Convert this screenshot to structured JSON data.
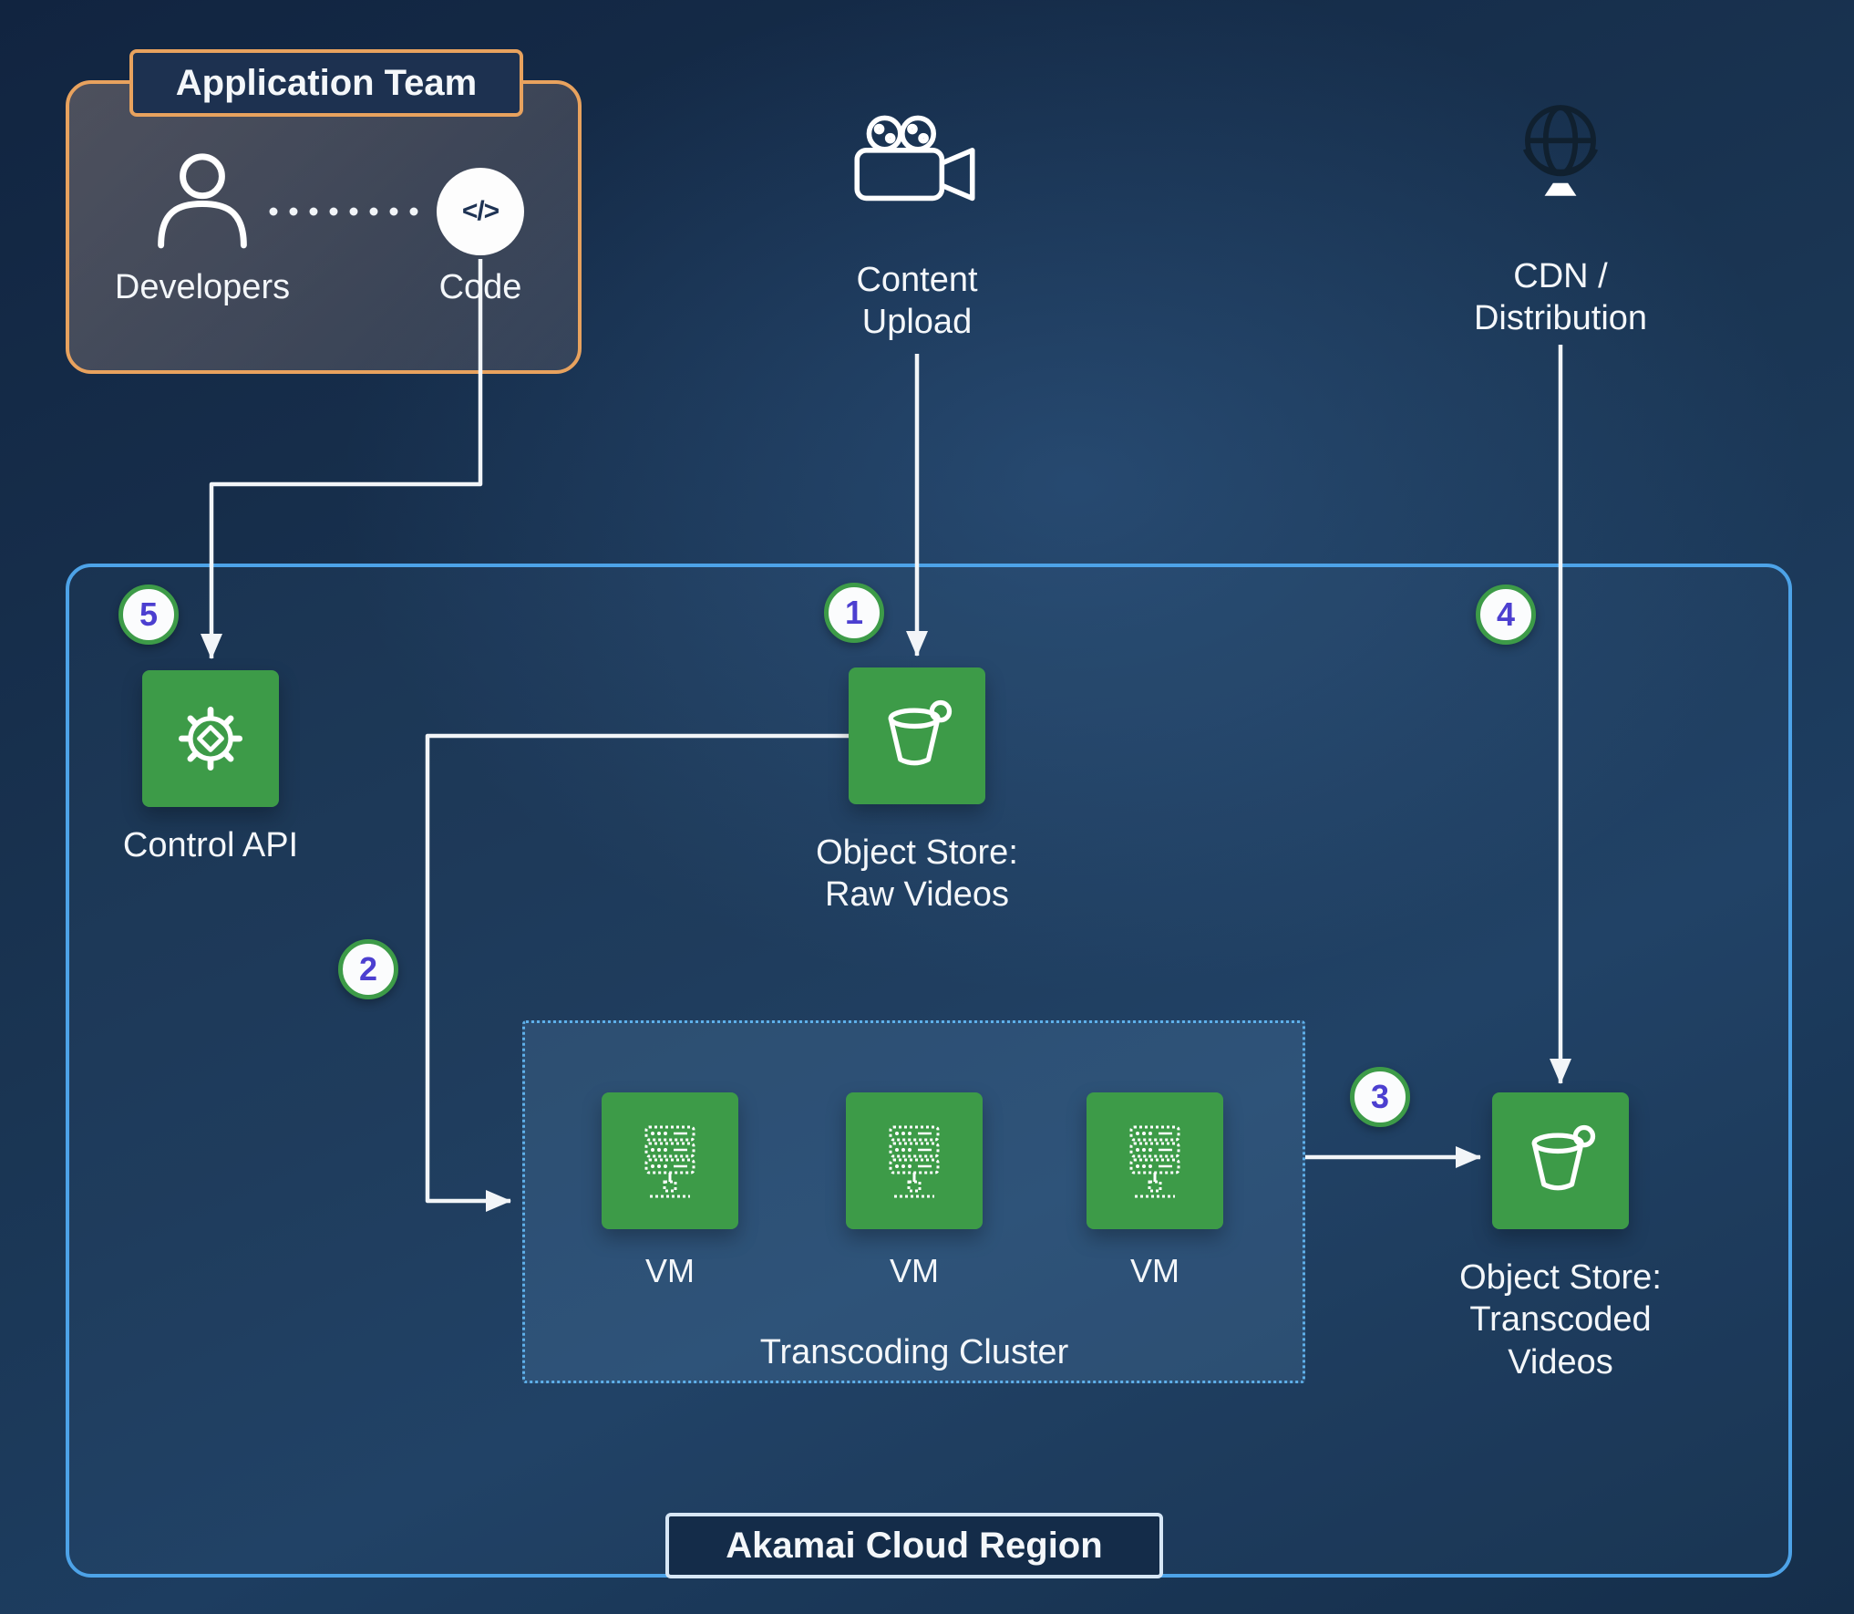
{
  "colors": {
    "background_navy": "#1a3553",
    "accent_orange": "#e8a25e",
    "node_green": "#3d9b48",
    "region_border_blue": "#4da3e8",
    "badge_number_indigo": "#4c3fd0",
    "arrow_white": "#f2f5f8",
    "text_white": "#f4f7fa"
  },
  "application_team": {
    "title": "Application Team",
    "developers": {
      "label": "Developers",
      "icon": "person-icon"
    },
    "code": {
      "label": "Code",
      "glyph": "</>",
      "icon": "code-icon"
    }
  },
  "content_upload": {
    "line1": "Content",
    "line2": "Upload",
    "icon": "video-camera-icon"
  },
  "cdn": {
    "line1": "CDN /",
    "line2": "Distribution",
    "icon": "globe-icon"
  },
  "region": {
    "label": "Akamai Cloud Region",
    "control_api": {
      "label": "Control API",
      "badge": "5",
      "icon": "gear-icon"
    },
    "object_store_raw": {
      "line1": "Object Store:",
      "line2": "Raw Videos",
      "badge": "1",
      "icon": "bucket-icon"
    },
    "transcoding_cluster": {
      "label": "Transcoding Cluster",
      "badge": "2",
      "vms": [
        {
          "label": "VM",
          "icon": "server-icon"
        },
        {
          "label": "VM",
          "icon": "server-icon"
        },
        {
          "label": "VM",
          "icon": "server-icon"
        }
      ]
    },
    "object_store_transcoded": {
      "line1": "Object Store:",
      "line2": "Transcoded",
      "line3": "Videos",
      "badge_from_cluster": "3",
      "badge_from_cdn": "4",
      "icon": "bucket-icon"
    }
  }
}
